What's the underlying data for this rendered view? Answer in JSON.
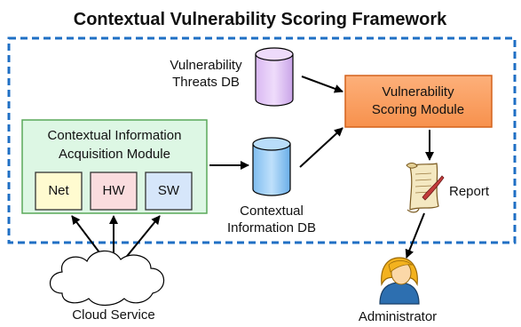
{
  "title": "Contextual Vulnerability Scoring Framework",
  "vulnerability_threats_db": {
    "line1": "Vulnerability",
    "line2": "Threats DB"
  },
  "contextual_information_db": {
    "line1": "Contextual",
    "line2": "Information DB"
  },
  "acquisition_module": {
    "line1": "Contextual Information",
    "line2": "Acquisition Module"
  },
  "sources": {
    "net": "Net",
    "hw": "HW",
    "sw": "SW"
  },
  "scoring_module": {
    "line1": "Vulnerability",
    "line2": "Scoring Module"
  },
  "report": "Report",
  "administrator": "Administrator",
  "cloud_service": "Cloud Service",
  "colors": {
    "frame_border": "#1f6fc4",
    "acquisition_fill": "#ddf7e4",
    "acquisition_border": "#5aa85a",
    "net_fill": "#fffbd0",
    "hw_fill": "#fadcde",
    "sw_fill": "#d6e6fa",
    "scoring_fill": "#fba164",
    "scoring_border": "#d4621c",
    "threats_db_fill": "#e3ccf7",
    "context_db_fill": "#a8d3f7"
  }
}
